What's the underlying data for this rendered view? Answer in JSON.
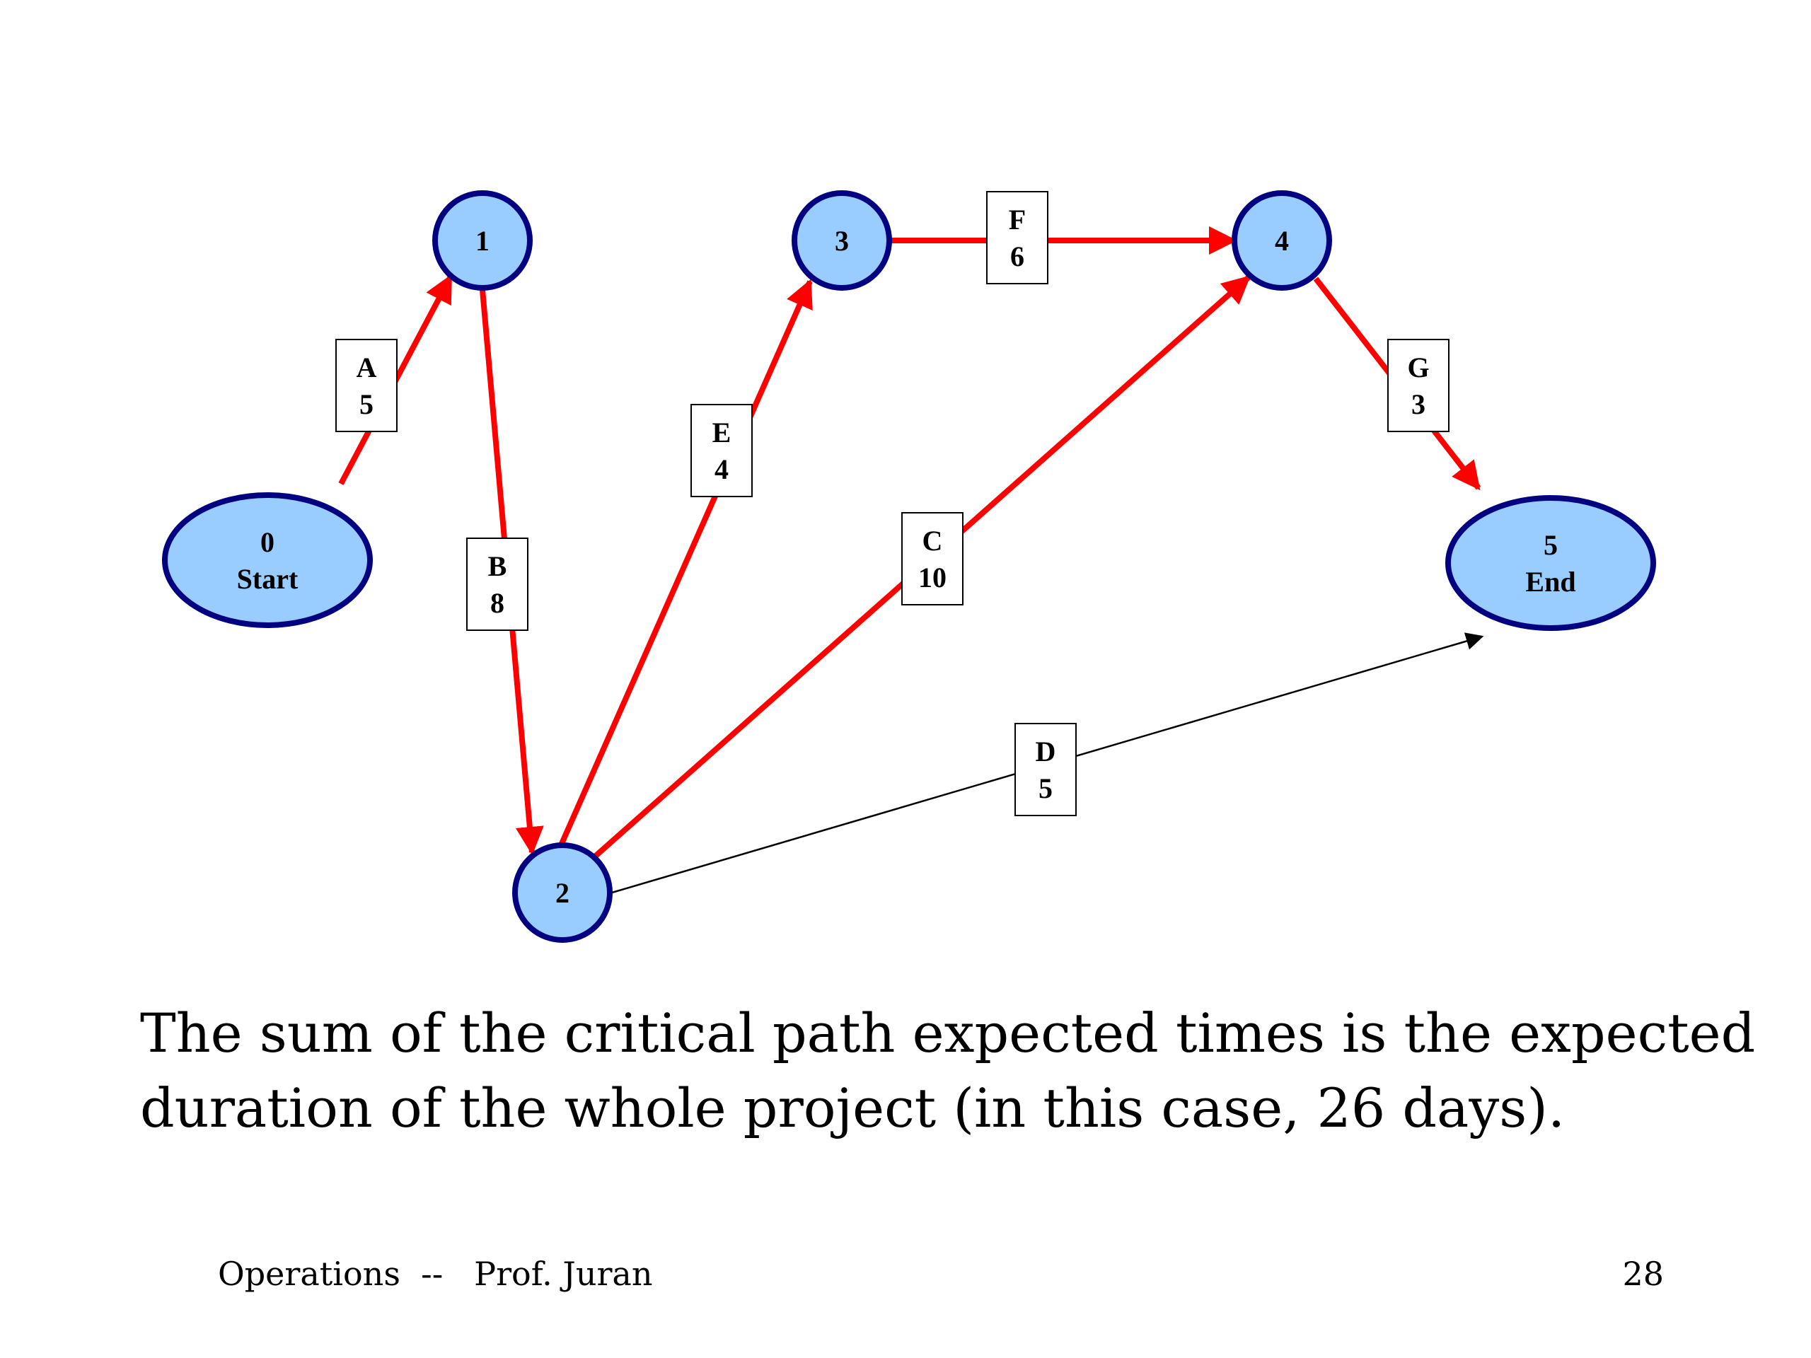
{
  "diagram": {
    "title": "",
    "colors": {
      "node_fill": "#99ccff",
      "node_stroke": "#000080",
      "critical_edge": "#ff0000",
      "normal_edge": "#000000",
      "label_box_fill": "#ffffff",
      "label_box_stroke": "#000000"
    },
    "nodes": [
      {
        "id": "0",
        "lines": [
          "0",
          "Start"
        ]
      },
      {
        "id": "1",
        "lines": [
          "1"
        ]
      },
      {
        "id": "2",
        "lines": [
          "2"
        ]
      },
      {
        "id": "3",
        "lines": [
          "3"
        ]
      },
      {
        "id": "4",
        "lines": [
          "4"
        ]
      },
      {
        "id": "5",
        "lines": [
          "5",
          "End"
        ]
      }
    ],
    "edges": [
      {
        "from": "0",
        "to": "1",
        "activity": "A",
        "duration": "5",
        "critical": true
      },
      {
        "from": "1",
        "to": "2",
        "activity": "B",
        "duration": "8",
        "critical": true
      },
      {
        "from": "2",
        "to": "4",
        "activity": "C",
        "duration": "10",
        "critical": true
      },
      {
        "from": "2",
        "to": "5",
        "activity": "D",
        "duration": "5",
        "critical": false
      },
      {
        "from": "2",
        "to": "3",
        "activity": "E",
        "duration": "4",
        "critical": true
      },
      {
        "from": "3",
        "to": "4",
        "activity": "F",
        "duration": "6",
        "critical": true
      },
      {
        "from": "4",
        "to": "5",
        "activity": "G",
        "duration": "3",
        "critical": true
      }
    ]
  },
  "caption": {
    "line1": "The sum of the critical path expected times is the expected",
    "line2": "duration of the whole project (in this case, 26 days)."
  },
  "footer": {
    "left": "Operations  --   Prof. Juran",
    "page_number": "28"
  }
}
